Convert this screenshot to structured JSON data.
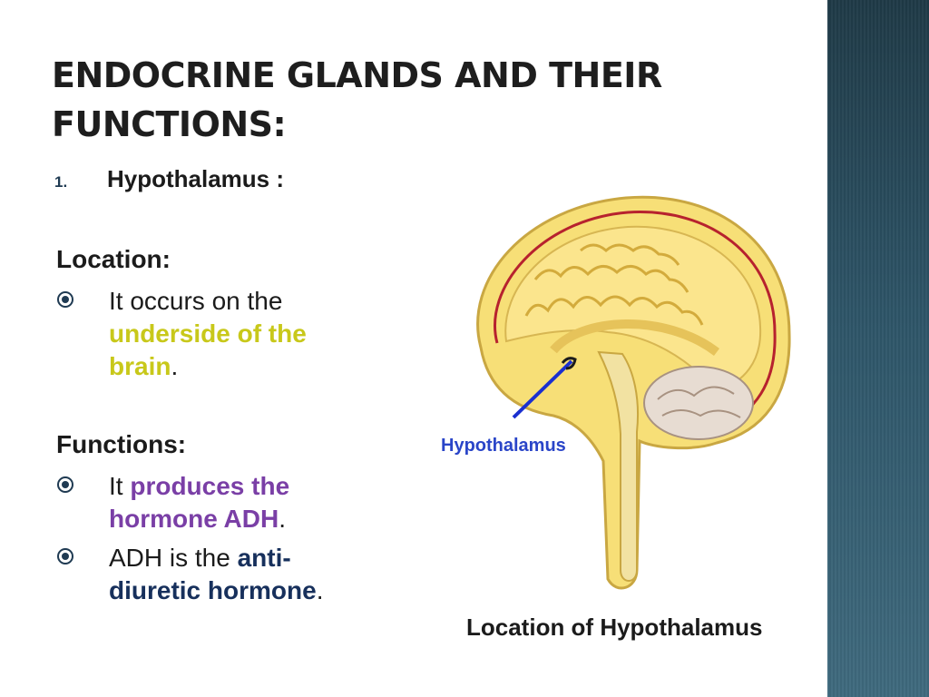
{
  "slide": {
    "title": "ENDOCRINE GLANDS AND THEIR FUNCTIONS:",
    "item_number": "1.",
    "item_label": "Hypothalamus :",
    "location": {
      "heading": "Location:",
      "bullet": {
        "text_before": "It occurs on the ",
        "highlight": "underside of the brain",
        "text_after": "."
      }
    },
    "functions": {
      "heading": "Functions:",
      "bullets": [
        {
          "text_before": "It ",
          "highlight": "produces the hormone  ADH",
          "text_after": "."
        },
        {
          "text_before": "ADH is the ",
          "highlight": "anti-diuretic hormone",
          "text_after": "."
        }
      ]
    },
    "figure": {
      "pointer_label": "Hypothalamus",
      "caption": "Location of Hypothalamus"
    }
  },
  "colors": {
    "highlight_yellow": "#c8c81a",
    "highlight_purple": "#7a3fa6",
    "highlight_navy": "#17305c",
    "pointer_blue": "#1a2fd0",
    "side_band": "#2e5568"
  },
  "icons": {
    "bullet": "circled-dot-icon"
  }
}
